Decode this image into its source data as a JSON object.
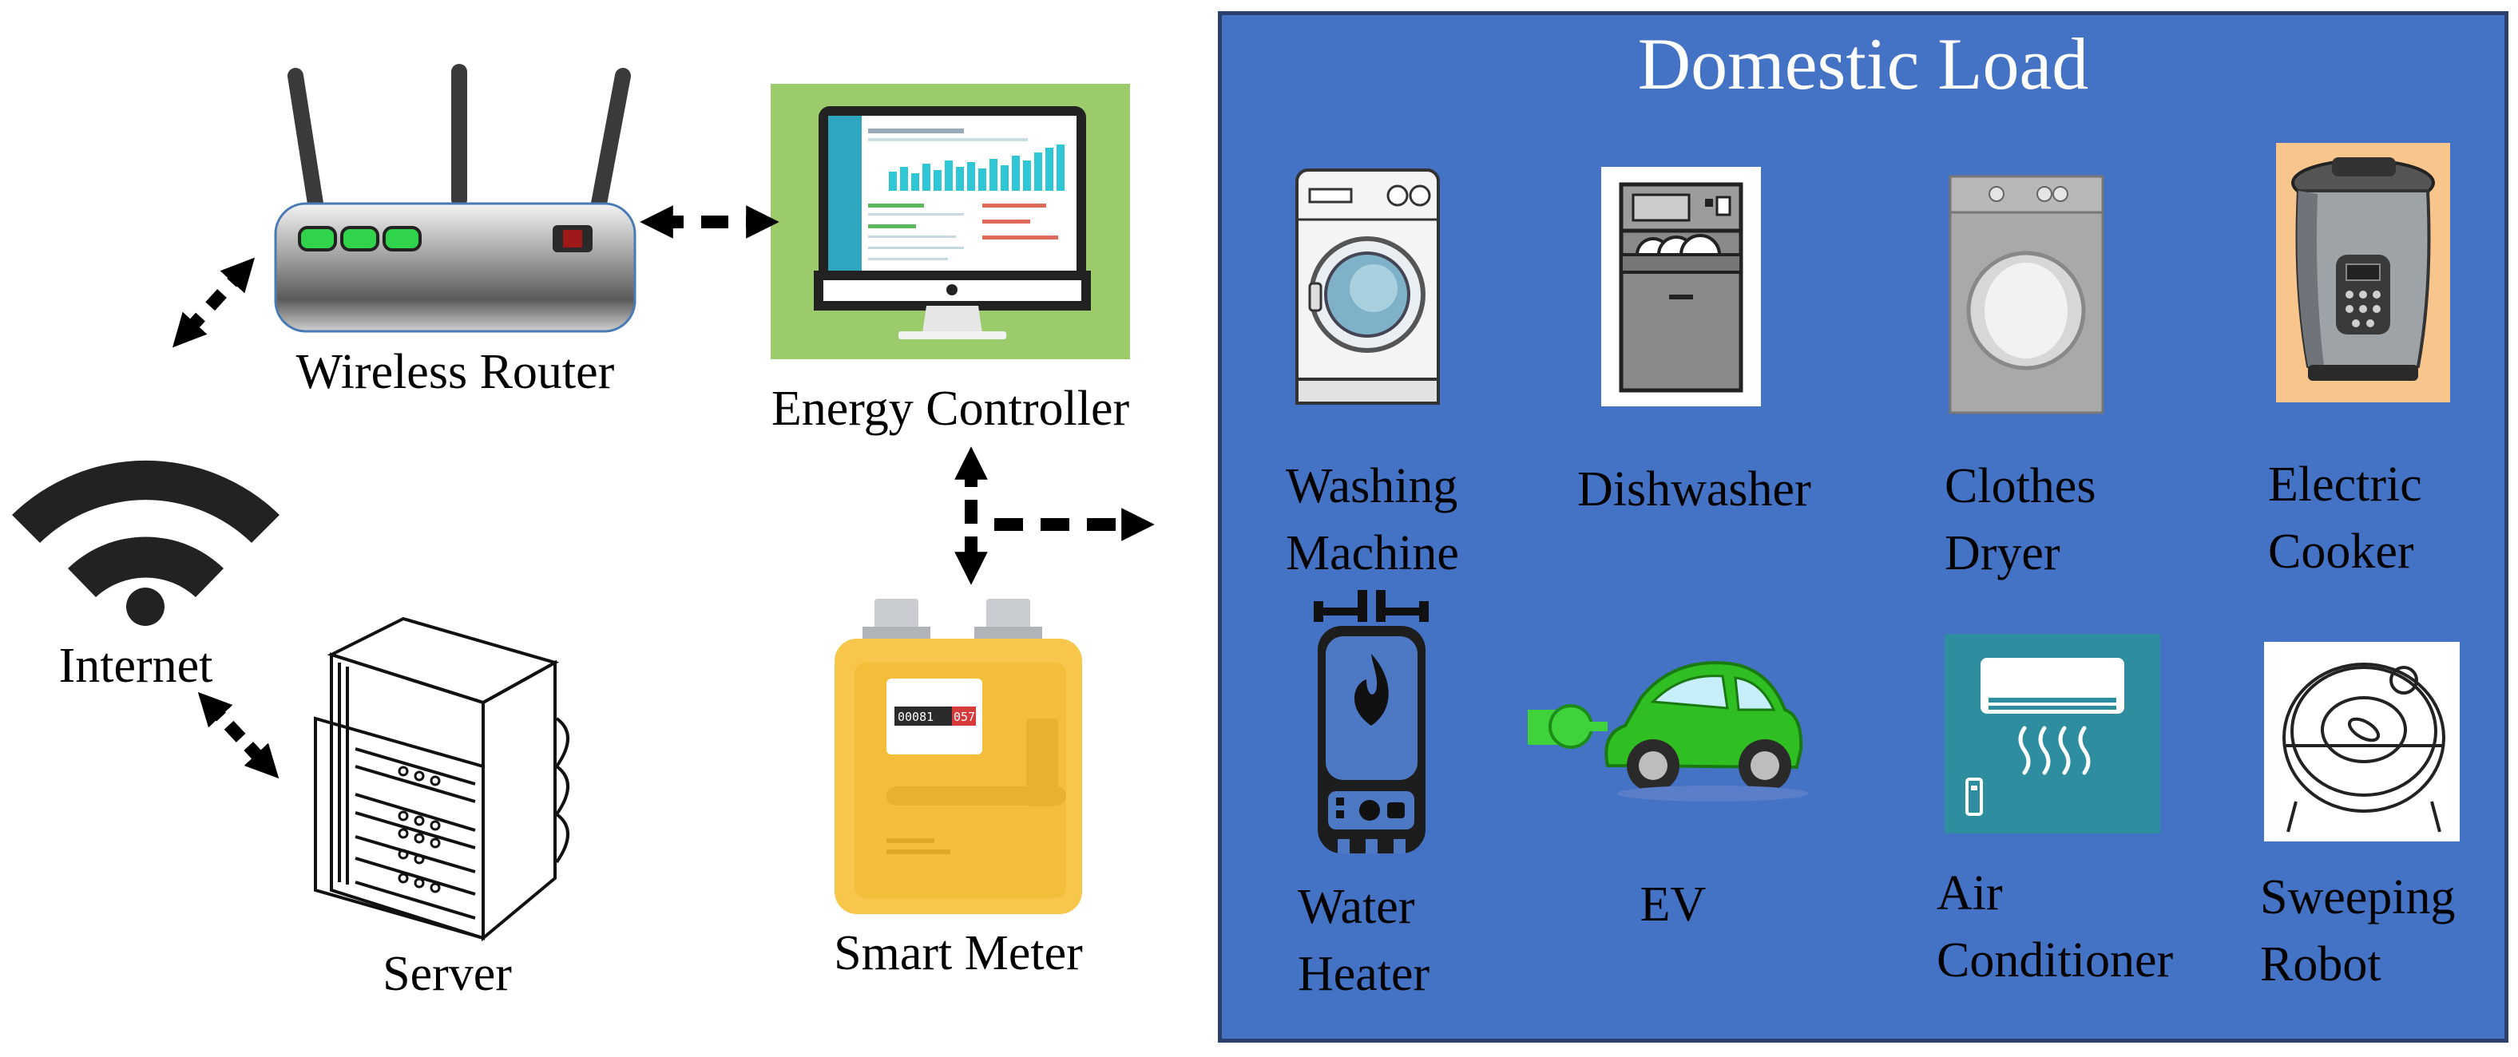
{
  "colors": {
    "panel_bg": "#4472c4",
    "controller_bg": "#9bcb6b",
    "meter_body": "#f7c64a",
    "arrow": "#000000"
  },
  "network": {
    "wireless_router": "Wireless Router",
    "energy_controller": "Energy Controller",
    "internet": "Internet",
    "server": "Server",
    "smart_meter": "Smart Meter"
  },
  "icons": {
    "router": "wireless-router-icon",
    "controller": "monitor-dashboard-icon",
    "internet": "wifi-icon",
    "server": "server-rack-icon",
    "meter": "gas-meter-icon"
  },
  "meter_reading": {
    "digits_black": "00081",
    "digits_red": "057"
  },
  "domestic_load": {
    "title": "Domestic Load",
    "appliances": [
      {
        "line1": "Washing",
        "line2": "Machine",
        "icon": "washing-machine-icon"
      },
      {
        "line1": "Dishwasher",
        "line2": "",
        "icon": "dishwasher-icon"
      },
      {
        "line1": "Clothes",
        "line2": "Dryer",
        "icon": "clothes-dryer-icon"
      },
      {
        "line1": "Electric",
        "line2": "Cooker",
        "icon": "electric-cooker-icon"
      },
      {
        "line1": "Water",
        "line2": "Heater",
        "icon": "water-heater-icon"
      },
      {
        "line1": "EV",
        "line2": "",
        "icon": "electric-car-icon"
      },
      {
        "line1": "Air",
        "line2": "Conditioner",
        "icon": "air-conditioner-icon"
      },
      {
        "line1": "Sweeping",
        "line2": "Robot",
        "icon": "robot-vacuum-icon"
      }
    ]
  }
}
